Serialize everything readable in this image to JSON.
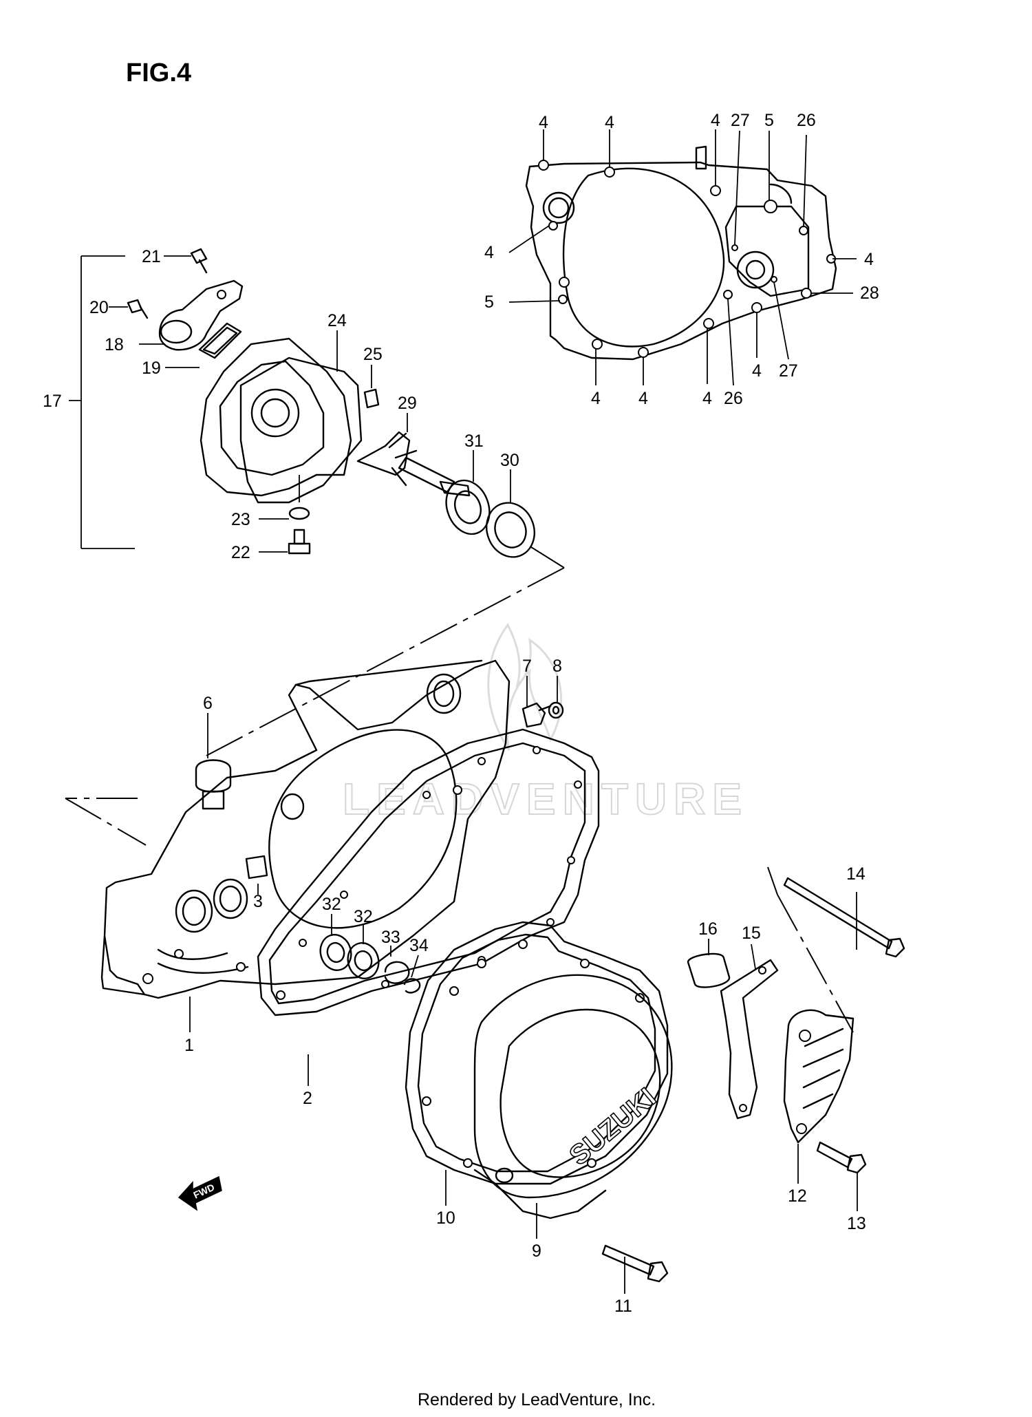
{
  "figure": {
    "title": "FIG.4"
  },
  "watermark": {
    "text": "LEADVENTURE",
    "icon": "flame-logo-icon"
  },
  "cover_logo": {
    "text": "SUZUKI"
  },
  "direction_marker": {
    "text": "FWD",
    "icon": "arrow-left-icon"
  },
  "footer": {
    "text": "Rendered by LeadVenture, Inc."
  },
  "callouts": [
    {
      "id": "c4a",
      "label": "4"
    },
    {
      "id": "c4b",
      "label": "4"
    },
    {
      "id": "c4c",
      "label": "4"
    },
    {
      "id": "c27a",
      "label": "27"
    },
    {
      "id": "c5a",
      "label": "5"
    },
    {
      "id": "c26a",
      "label": "26"
    },
    {
      "id": "c4d",
      "label": "4"
    },
    {
      "id": "c4e",
      "label": "4"
    },
    {
      "id": "c5b",
      "label": "5"
    },
    {
      "id": "c28",
      "label": "28"
    },
    {
      "id": "c4f",
      "label": "4"
    },
    {
      "id": "c4g",
      "label": "4"
    },
    {
      "id": "c4h",
      "label": "4"
    },
    {
      "id": "c26b",
      "label": "26"
    },
    {
      "id": "c4i",
      "label": "4"
    },
    {
      "id": "c27b",
      "label": "27"
    },
    {
      "id": "c21",
      "label": "21"
    },
    {
      "id": "c20",
      "label": "20"
    },
    {
      "id": "c18",
      "label": "18"
    },
    {
      "id": "c19",
      "label": "19"
    },
    {
      "id": "c17",
      "label": "17"
    },
    {
      "id": "c24",
      "label": "24"
    },
    {
      "id": "c25",
      "label": "25"
    },
    {
      "id": "c29",
      "label": "29"
    },
    {
      "id": "c31",
      "label": "31"
    },
    {
      "id": "c30",
      "label": "30"
    },
    {
      "id": "c23",
      "label": "23"
    },
    {
      "id": "c22",
      "label": "22"
    },
    {
      "id": "c7",
      "label": "7"
    },
    {
      "id": "c8",
      "label": "8"
    },
    {
      "id": "c6",
      "label": "6"
    },
    {
      "id": "c3",
      "label": "3"
    },
    {
      "id": "c32a",
      "label": "32"
    },
    {
      "id": "c32b",
      "label": "32"
    },
    {
      "id": "c33",
      "label": "33"
    },
    {
      "id": "c34",
      "label": "34"
    },
    {
      "id": "c1",
      "label": "1"
    },
    {
      "id": "c2",
      "label": "2"
    },
    {
      "id": "c14",
      "label": "14"
    },
    {
      "id": "c16",
      "label": "16"
    },
    {
      "id": "c15",
      "label": "15"
    },
    {
      "id": "c12",
      "label": "12"
    },
    {
      "id": "c13",
      "label": "13"
    },
    {
      "id": "c10",
      "label": "10"
    },
    {
      "id": "c9",
      "label": "9"
    },
    {
      "id": "c11",
      "label": "11"
    }
  ]
}
